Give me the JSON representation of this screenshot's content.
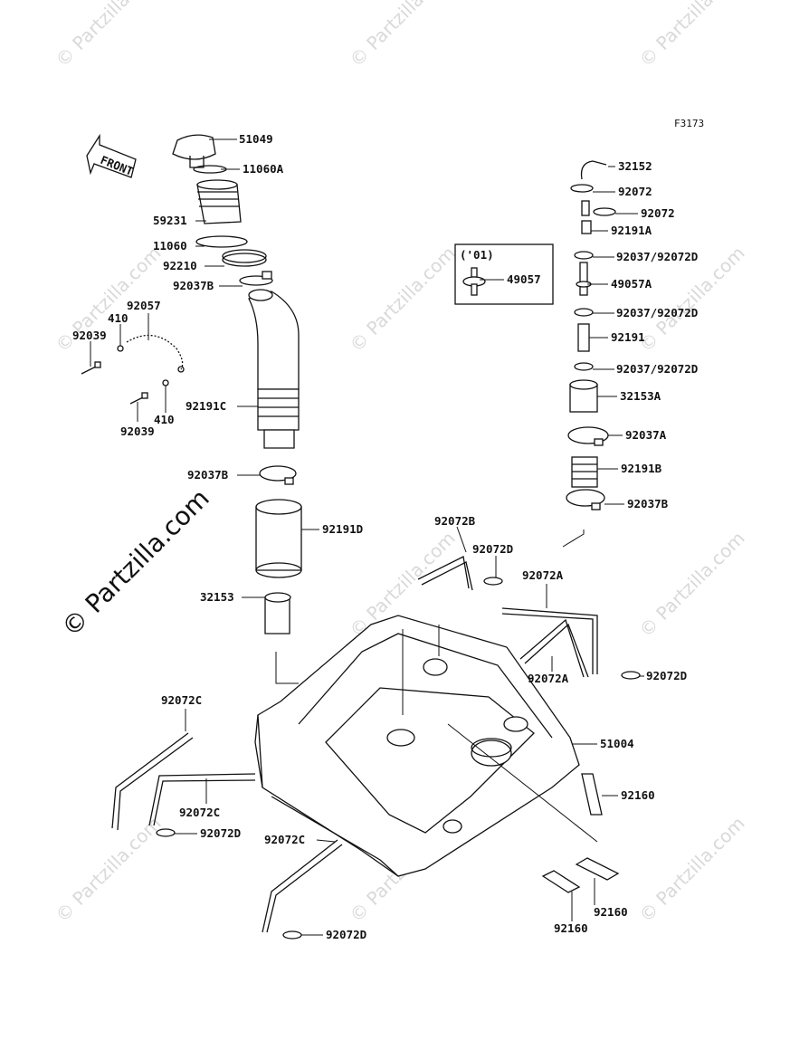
{
  "figure_id": "F3173",
  "watermark_text": "© Partzilla.com",
  "front_label": "FRONT",
  "variant_box_label": "('01)",
  "labels": {
    "p51049": "51049",
    "p11060A": "11060A",
    "p59231": "59231",
    "p11060": "11060",
    "p92210": "92210",
    "p92037B_top": "92037B",
    "p92057": "92057",
    "p410_top": "410",
    "p92039_top": "92039",
    "p92191C": "92191C",
    "p410_bot": "410",
    "p92039_bot": "92039",
    "p92037B_mid": "92037B",
    "p92191D": "92191D",
    "p32153": "32153",
    "p32152": "32152",
    "p92072_a": "92072",
    "p92072_b": "92072",
    "p92191A": "92191A",
    "p92037_92072D_a": "92037/92072D",
    "p49057": "49057",
    "p49057A": "49057A",
    "p92037_92072D_b": "92037/92072D",
    "p92191": "92191",
    "p92037_92072D_c": "92037/92072D",
    "p32153A": "32153A",
    "p92037A": "92037A",
    "p92191B": "92191B",
    "p92037B_right": "92037B",
    "p92072B": "92072B",
    "p92072D_top": "92072D",
    "p92072A_top": "92072A",
    "p92072A_bot": "92072A",
    "p92072D_right": "92072D",
    "p51004": "51004",
    "p92160_right": "92160",
    "p92160_bot1": "92160",
    "p92160_bot2": "92160",
    "p92072C_a": "92072C",
    "p92072C_b": "92072C",
    "p92072D_left": "92072D",
    "p92072C_c": "92072C",
    "p92072D_bot": "92072D"
  }
}
